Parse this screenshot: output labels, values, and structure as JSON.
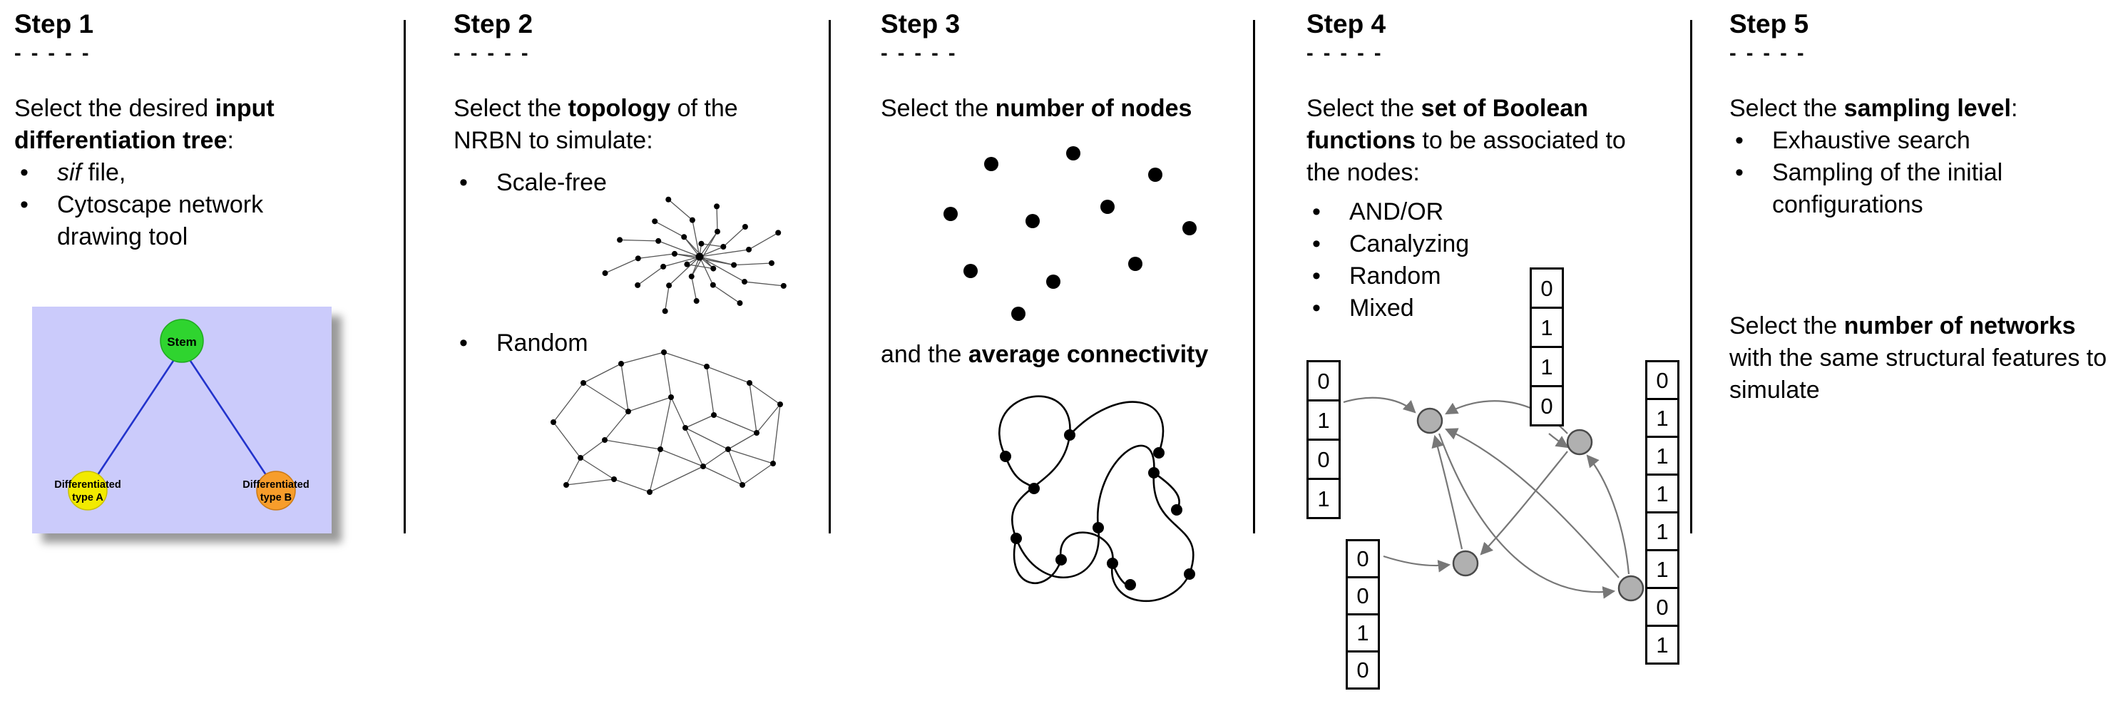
{
  "step1": {
    "title": "Step 1",
    "dashes": "- - - - -",
    "intro": {
      "pre": "Select the desired ",
      "bold": "input differentiation tree",
      "post": ":"
    },
    "bullets": {
      "b1_italic": "sif",
      "b1_rest": " file,",
      "b2": "Cytoscape network drawing tool"
    },
    "tree": {
      "stem": "Stem",
      "a_line1": "Differentiated",
      "a_line2": "type A",
      "b_line1": "Differentiated",
      "b_line2": "type B"
    }
  },
  "step2": {
    "title": "Step 2",
    "dashes": "- - - - -",
    "intro": {
      "pre": "Select the ",
      "bold": "topology",
      "post": " of the NRBN to simulate:"
    },
    "bullets": {
      "b1": "Scale-free",
      "b2": "Random"
    }
  },
  "step3": {
    "title": "Step 3",
    "dashes": "- - - - -",
    "intro": {
      "pre": "Select the ",
      "bold": "number of nodes",
      "post": ""
    },
    "mid": {
      "pre": "and the ",
      "bold": "average connectivity",
      "post": ""
    }
  },
  "step4": {
    "title": "Step 4",
    "dashes": "- - - - -",
    "intro": {
      "pre": "Select the ",
      "bold": "set of Boolean functions",
      "post": " to be associated to the nodes:"
    },
    "bullets": [
      "AND/OR",
      "Canalyzing",
      "Random",
      "Mixed"
    ],
    "tables": {
      "left": [
        "0",
        "1",
        "0",
        "1"
      ],
      "top_mid": [
        "0",
        "1",
        "1",
        "0"
      ],
      "bottom_left": [
        "0",
        "0",
        "1",
        "0"
      ],
      "right": [
        "0",
        "1",
        "1",
        "1",
        "1",
        "1",
        "0",
        "1"
      ]
    }
  },
  "step5": {
    "title": "Step 5",
    "dashes": "- - - - -",
    "intro": {
      "pre": "Select the ",
      "bold": "sampling level",
      "post": ":"
    },
    "bullets": [
      "Exhaustive search",
      "Sampling of the initial configurations"
    ],
    "second": {
      "pre": "Select the ",
      "bold": "number of networks",
      "post": " with the same structural features to simulate"
    }
  },
  "colors": {
    "tree_bg": "#cbcbfb",
    "stem": "#2fd42f",
    "type_a": "#f2ea00",
    "type_b": "#f79d2b",
    "tree_edge": "#2233cc",
    "boolean_node": "#b0b0b0",
    "arrow_gray": "#777777",
    "network_black": "#000000"
  }
}
